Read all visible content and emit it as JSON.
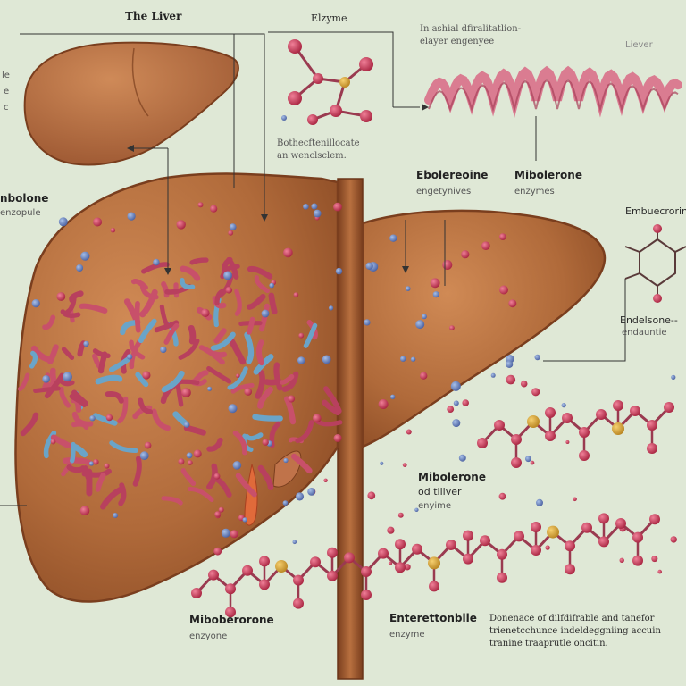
{
  "labels": {
    "the_liver": "The Liver",
    "enzyme": "Elzyme",
    "top_right_line1": "In ashial dfiralitatlion-",
    "top_right_line2": "elayer engenyee",
    "liver_small": "Liever",
    "left_cut_1": "le",
    "left_cut_2": "e",
    "left_cut_3": "c",
    "bothe_line1": "Bothecftenillocate",
    "bothe_line2": "an wenclsclem.",
    "ebol_line1": "Ebolereoine",
    "ebol_line2": "engetynives",
    "mibol_top_line1": "Mibolerone",
    "mibol_top_line2": "enzymes",
    "left_bolone_line1": "nbolone",
    "left_bolone_line2": "enzopule",
    "right_embu": "Embuecrorine",
    "right_endel_line1": "Endelsone--",
    "right_endel_line2": "endauntie",
    "mid_right_line1": "Mibolerone",
    "mid_right_line2": "od tlliver",
    "mid_right_line3": "enyime",
    "bottom_left_line1": "Miboberorone",
    "bottom_left_line2": "enzyone",
    "bottom_mid_line1": "Enterettonbile",
    "bottom_mid_line2": "enzyme",
    "bottom_right_line1": "Donenace of dilfdifrable and tanefor",
    "bottom_right_line2": "trienetcchunce indeldeggniing accuin",
    "bottom_right_line3": "tranine traaprutle oncitin."
  },
  "colors": {
    "background": "#dfe8d6",
    "liver": "#b8703f",
    "liver_dark": "#8a4a24",
    "enzyme_pink": "#c8506a",
    "enzyme_blue": "#6aa4c8",
    "molecule_red": "#c0334d",
    "molecule_blue": "#5a78b8",
    "bond": "#9a3a50",
    "wave": "#d9708a",
    "vessel": "#9a5530"
  }
}
